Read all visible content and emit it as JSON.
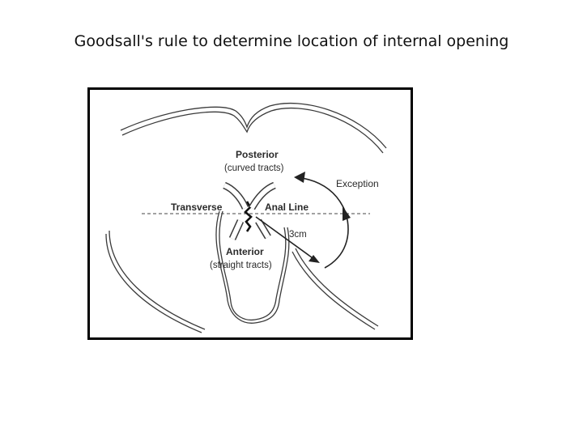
{
  "slide": {
    "title": "Goodsall's rule to determine  location of internal opening"
  },
  "diagram": {
    "posterior_label": "Posterior",
    "posterior_sub": "(curved tracts)",
    "exception_label": "Exception",
    "transverse_label": "Transverse",
    "anal_line_label": "Anal Line",
    "distance_label": "3cm",
    "anterior_label": "Anterior",
    "anterior_sub": "(straight tracts)"
  }
}
